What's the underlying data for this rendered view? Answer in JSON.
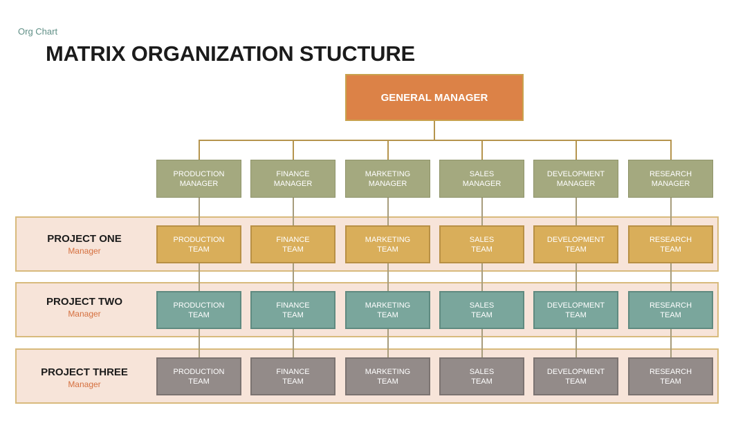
{
  "supertitle": "Org Chart",
  "title": "MATRIX ORGANIZATION STUCTURE",
  "general_manager": "GENERAL MANAGER",
  "departments": [
    {
      "l1": "PRODUCTION",
      "l2": "MANAGER"
    },
    {
      "l1": "FINANCE",
      "l2": "MANAGER"
    },
    {
      "l1": "MARKETING",
      "l2": "MANAGER"
    },
    {
      "l1": "SALES",
      "l2": "MANAGER"
    },
    {
      "l1": "DEVELOPMENT",
      "l2": "MANAGER"
    },
    {
      "l1": "RESEARCH",
      "l2": "MANAGER"
    }
  ],
  "projects": [
    {
      "name": "PROJECT ONE",
      "role": "Manager",
      "teams": [
        {
          "l1": "PRODUCTION",
          "l2": "TEAM"
        },
        {
          "l1": "FINANCE",
          "l2": "TEAM"
        },
        {
          "l1": "MARKETING",
          "l2": "TEAM"
        },
        {
          "l1": "SALES",
          "l2": "TEAM"
        },
        {
          "l1": "DEVELOPMENT",
          "l2": "TEAM"
        },
        {
          "l1": "RESEARCH",
          "l2": "TEAM"
        }
      ]
    },
    {
      "name": "PROJECT TWO",
      "role": "Manager",
      "teams": [
        {
          "l1": "PRODUCTION",
          "l2": "TEAM"
        },
        {
          "l1": "FINANCE",
          "l2": "TEAM"
        },
        {
          "l1": "MARKETING",
          "l2": "TEAM"
        },
        {
          "l1": "SALES",
          "l2": "TEAM"
        },
        {
          "l1": "DEVELOPMENT",
          "l2": "TEAM"
        },
        {
          "l1": "RESEARCH",
          "l2": "TEAM"
        }
      ]
    },
    {
      "name": "PROJECT THREE",
      "role": "Manager",
      "teams": [
        {
          "l1": "PRODUCTION",
          "l2": "TEAM"
        },
        {
          "l1": "FINANCE",
          "l2": "TEAM"
        },
        {
          "l1": "MARKETING",
          "l2": "TEAM"
        },
        {
          "l1": "SALES",
          "l2": "TEAM"
        },
        {
          "l1": "DEVELOPMENT",
          "l2": "TEAM"
        },
        {
          "l1": "RESEARCH",
          "l2": "TEAM"
        }
      ]
    }
  ],
  "colors": {
    "general_manager": "#dc8247",
    "department_manager": "#a4a97f",
    "project_one_team": "#d9ae5a",
    "project_two_team": "#7aa69c",
    "project_three_team": "#938b89",
    "project_band": "#f7e4d9",
    "connector": "#b5944d",
    "accent_text": "#d56f3e"
  }
}
